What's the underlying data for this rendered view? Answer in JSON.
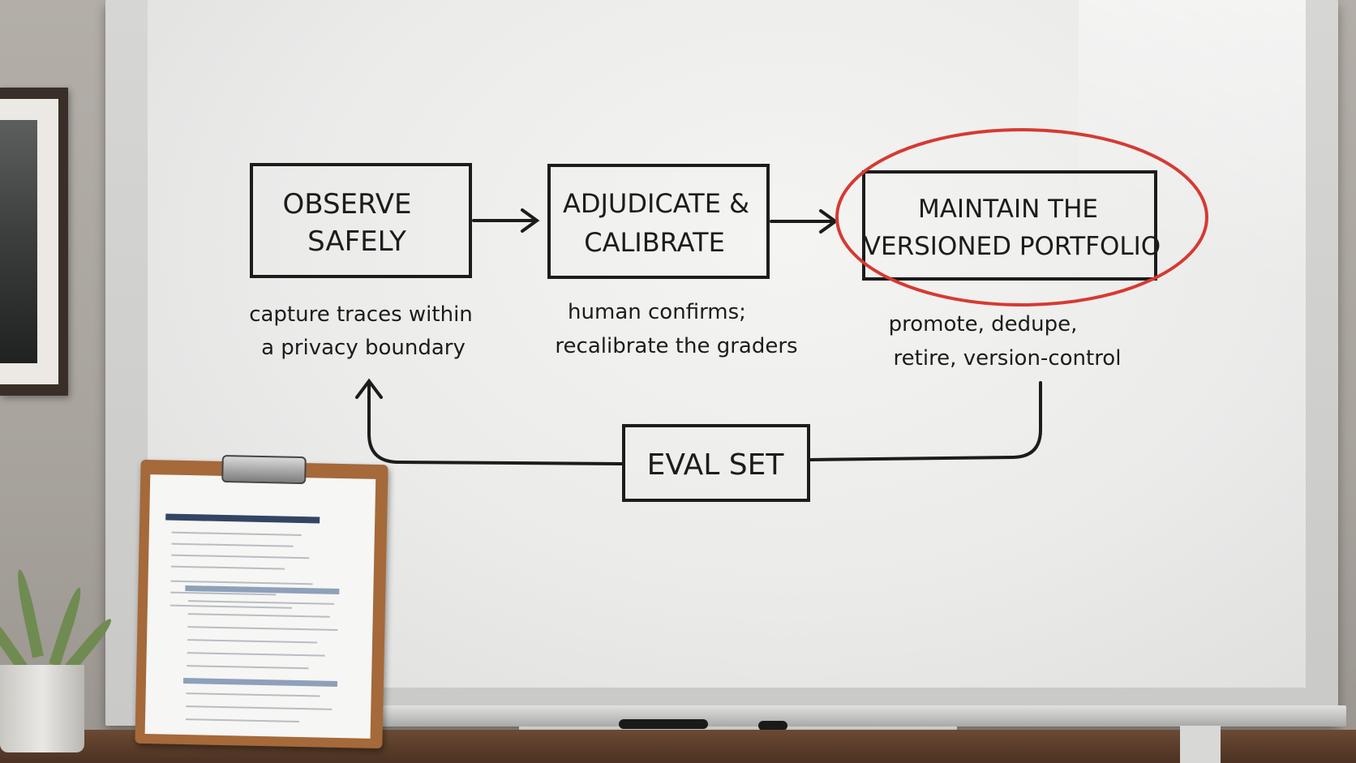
{
  "diagram": {
    "step1": {
      "line1": "OBSERVE",
      "line2": "SAFELY",
      "note1": "capture traces within",
      "note2": "a privacy boundary"
    },
    "step2": {
      "line1": "ADJUDICATE &",
      "line2": "CALIBRATE",
      "note1": "human confirms;",
      "note2": "recalibrate the graders"
    },
    "step3": {
      "line1": "MAINTAIN THE",
      "line2": "VERSIONED PORTFOLIO",
      "note1": "promote, dedupe,",
      "note2": "retire, version-control"
    },
    "loop": {
      "label": "EVAL SET"
    }
  },
  "colors": {
    "ink": "#1c1c1c",
    "highlight_circle": "#d63a32",
    "clipboard": "#a5693a"
  }
}
